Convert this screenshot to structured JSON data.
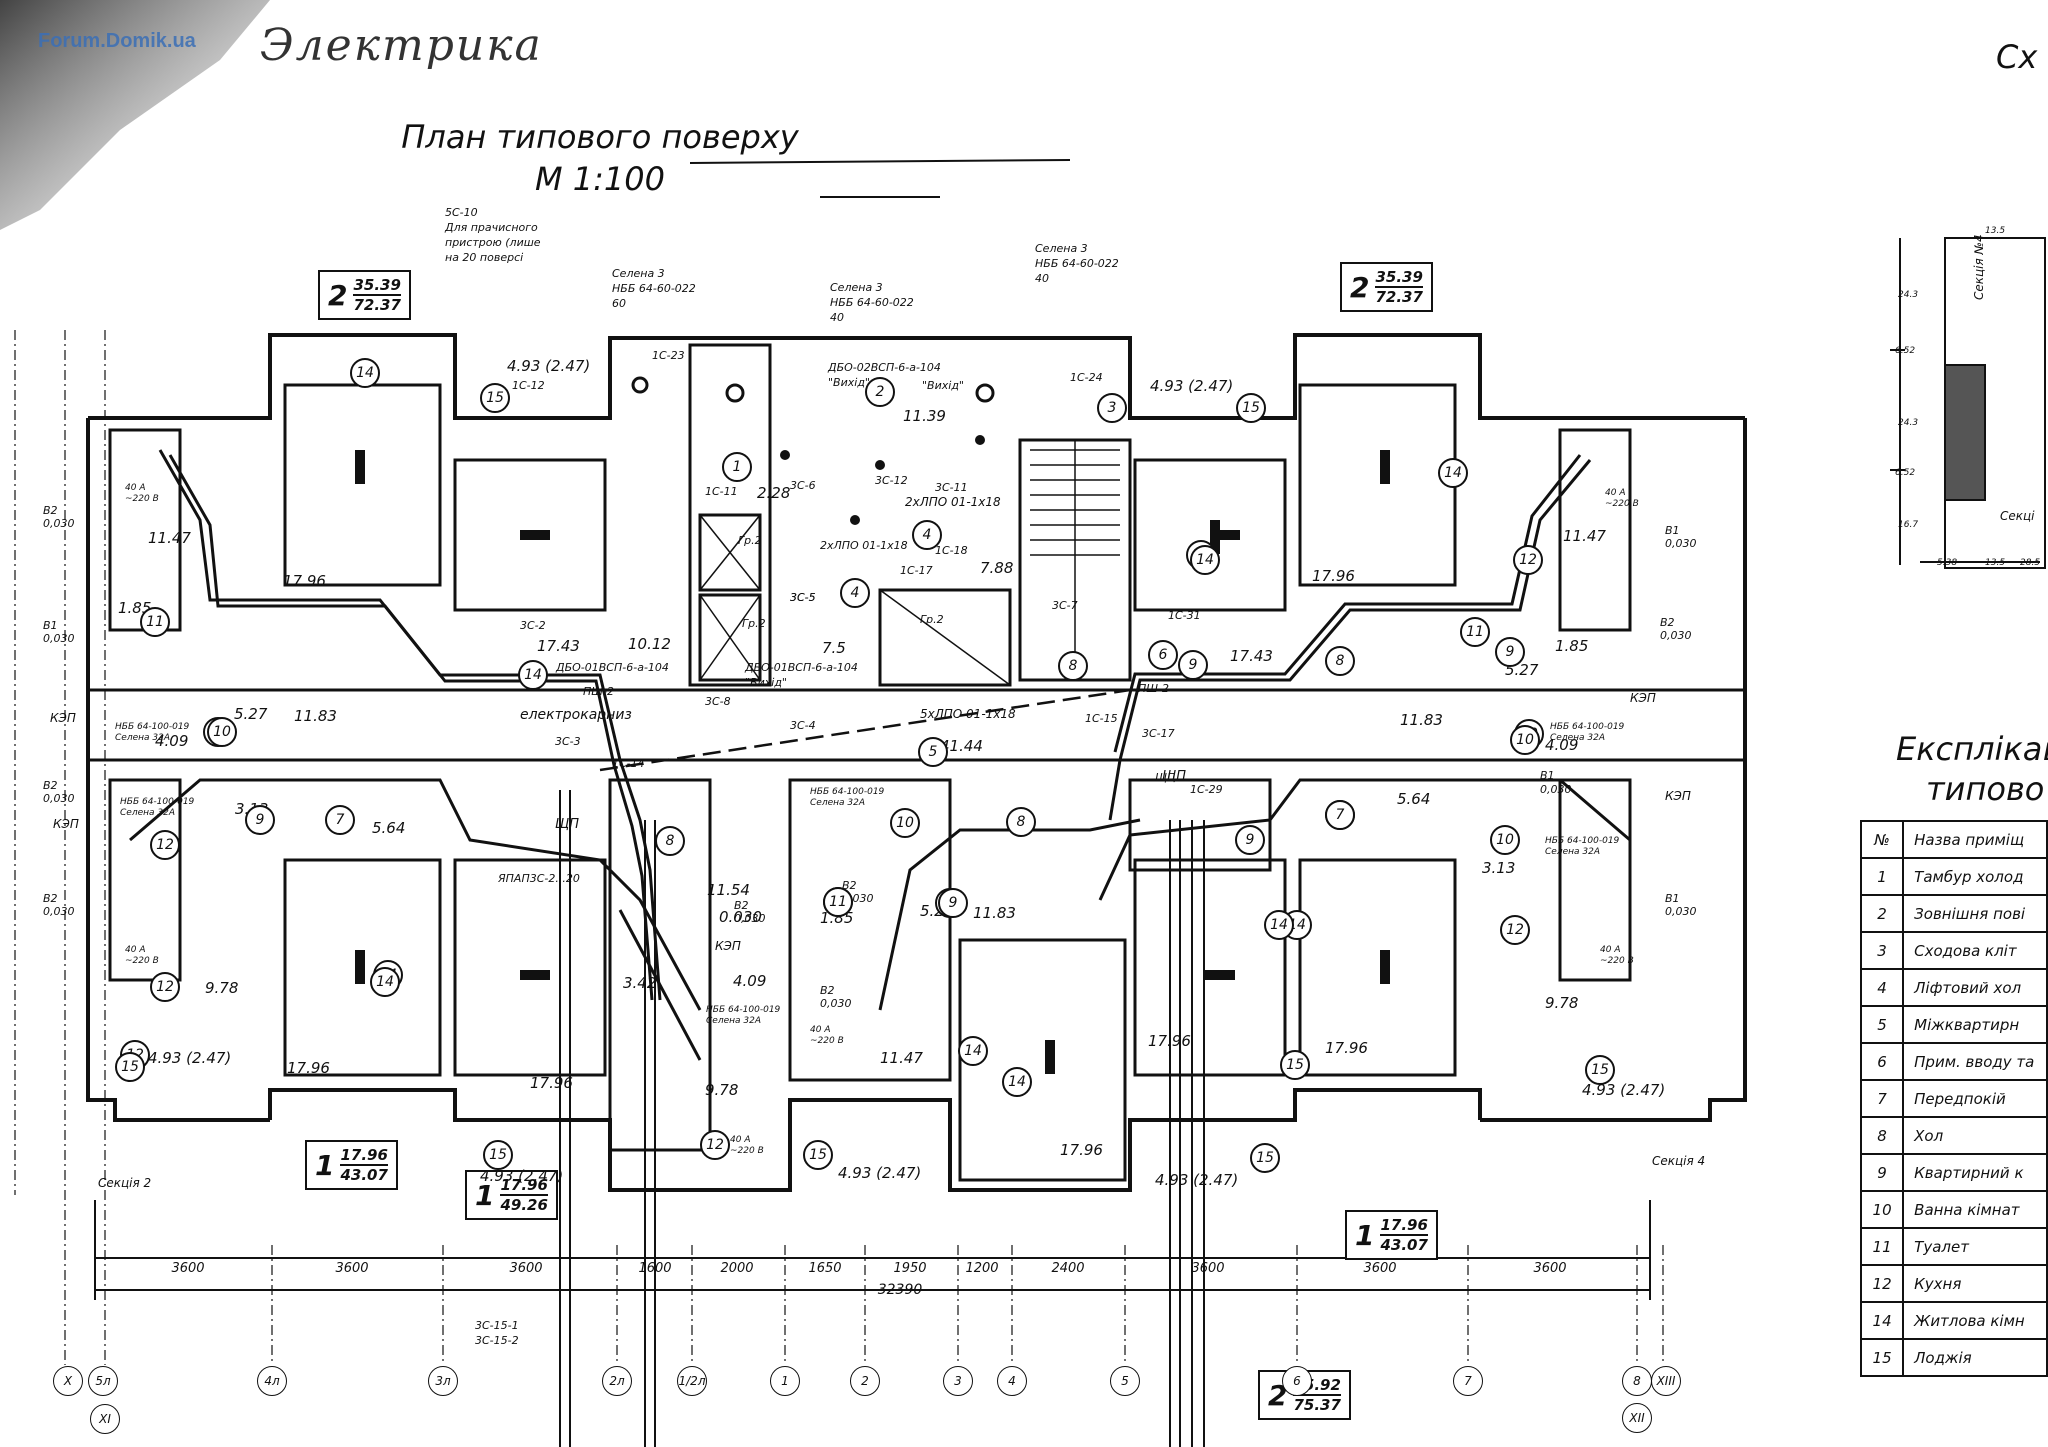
{
  "watermark": "Forum.Domik.ua",
  "handwritten_note": "Электрика",
  "corner_title": "Сх",
  "title": "План типового поверху",
  "scale": "М 1:100",
  "apartment_tags": [
    {
      "n": "2",
      "top": "35.39",
      "bottom": "72.37"
    },
    {
      "n": "2",
      "top": "35.39",
      "bottom": "72.37"
    },
    {
      "n": "1",
      "top": "17.96",
      "bottom": "43.07"
    },
    {
      "n": "1",
      "top": "17.96",
      "bottom": "49.26"
    },
    {
      "n": "1",
      "top": "17.96",
      "bottom": "43.07"
    },
    {
      "n": "2",
      "top": "35.92",
      "bottom": "75.37"
    }
  ],
  "annotations": {
    "sc10": [
      "5С-10",
      "Для прачисного",
      "пристрою (лише",
      "на 20 поверсі"
    ],
    "selena_a": [
      "Селена 3",
      "НББ 64-60-022",
      "60"
    ],
    "selena_b": [
      "Селена 3",
      "НББ 64-60-022",
      "40"
    ],
    "selena_c": [
      "Селена 3",
      "НББ 64-60-022",
      "40"
    ],
    "dbo_top": [
      "ДБО-02ВСП-6-а-104",
      "\"Вихід\""
    ],
    "dbo_mid1": "ДБО-01ВСП-6-а-104",
    "dbo_mid2": [
      "ДБО-01ВСП-6-а-104",
      "\"Вихід\""
    ],
    "elektrokarniz": "електрокарниз",
    "lpo1": "2хЛПО 01-1х18",
    "lpo2": "2хЛПО 01-1х18",
    "lpo3": "5хЛПО 01-1х18",
    "yapap": "ЯПАП3С-2...20",
    "sc15": [
      "3С-15-1",
      "3С-15-2"
    ],
    "sec2": "Секція 2",
    "sec4": "Секція 4",
    "nbb_small": [
      "НББ 64-100-019",
      "Селена 32А"
    ],
    "v_a": "40 А",
    "v_b": "~220 В",
    "shp": "ЩП",
    "kep": "КЭП",
    "vyhid": "\"Вихід\"",
    "g2": "Гр.2",
    "pshch": "ПШ-2"
  },
  "circuit_labels": [
    "1С-23",
    "1С-12",
    "1С-11",
    "3С-6",
    "3С-12",
    "3С-11",
    "1С-24",
    "1С-18",
    "1С-17",
    "3С-5",
    "3С-7",
    "1С-31",
    "3С-2",
    "3С-8",
    "3С-4",
    "3С-3",
    "1С-14",
    "1С-15",
    "3С-17",
    "1С-29",
    "ЩП",
    "ПШ-2",
    "3С-5"
  ],
  "room_areas": [
    "4.93 (2.47)",
    "4.93 (2.47)",
    "11.39",
    "2.28",
    "7.88",
    "7.5",
    "11.47",
    "11.47",
    "1.85",
    "1.85",
    "17.96",
    "17.96",
    "17.43",
    "17.43",
    "10.12",
    "5.27",
    "5.27",
    "11.83",
    "11.83",
    "41.44",
    "4.09",
    "4.09",
    "3.13",
    "3.13",
    "5.64",
    "5.64",
    "11.54",
    "0.030",
    "1.85",
    "5.27",
    "11.83",
    "9.78",
    "9.78",
    "3.42",
    "4.09",
    "9.78",
    "11.47",
    "17.96",
    "17.96",
    "17.96",
    "17.96",
    "17.96",
    "4.93 (2.47)",
    "4.93 (2.47)",
    "4.93 (2.47)",
    "4.93 (2.47)",
    "4.93 (2.47)"
  ],
  "valve_labels": [
    "В2",
    "0,030",
    "В1",
    "0,030",
    "В2",
    "0,030",
    "В2",
    "0,030",
    "В1",
    "0,030",
    "В2",
    "0,030",
    "В1",
    "0,030",
    "В2",
    "0,030",
    "В2",
    "0,030",
    "В1",
    "0,030",
    "В2",
    "0,030"
  ],
  "room_numbers": [
    "14",
    "15",
    "1",
    "2",
    "3",
    "15",
    "14",
    "12",
    "11",
    "9",
    "10",
    "8",
    "14",
    "14",
    "4",
    "4",
    "14",
    "6",
    "8",
    "9",
    "11",
    "12",
    "10",
    "7",
    "9",
    "10",
    "12",
    "14",
    "14",
    "15",
    "8",
    "7",
    "9",
    "10",
    "12",
    "14",
    "15",
    "15",
    "5",
    "8",
    "10",
    "11",
    "9",
    "12",
    "14",
    "15",
    "14",
    "15",
    "12",
    "10",
    "7",
    "9",
    "15",
    "11",
    "14"
  ],
  "dimensions": [
    "3600",
    "3600",
    "3600",
    "1600",
    "2000",
    "1650",
    "1950",
    "1200",
    "2400",
    "3600",
    "3600",
    "3600"
  ],
  "total_dimension": "32390",
  "axes": [
    "X",
    "5л",
    "XI",
    "4л",
    "3л",
    "2л",
    "1/2л",
    "1",
    "2",
    "3",
    "4",
    "5",
    "6",
    "7",
    "8",
    "XIII",
    "XII"
  ],
  "legend": {
    "title": "Експлікац",
    "subtitle": "типово",
    "header_num": "№",
    "header_name": "Назва приміщ",
    "rows": [
      {
        "num": "1",
        "name": "Тамбур холод"
      },
      {
        "num": "2",
        "name": "Зовнішня пові"
      },
      {
        "num": "3",
        "name": "Сходова кліт"
      },
      {
        "num": "4",
        "name": "Ліфтовий хол"
      },
      {
        "num": "5",
        "name": "Міжквартирн"
      },
      {
        "num": "6",
        "name": "Прим. вводу та"
      },
      {
        "num": "7",
        "name": "Передпокій"
      },
      {
        "num": "8",
        "name": "Хол"
      },
      {
        "num": "9",
        "name": "Квартирний к"
      },
      {
        "num": "10",
        "name": "Ванна кімнат"
      },
      {
        "num": "11",
        "name": "Туалет"
      },
      {
        "num": "12",
        "name": "Кухня"
      },
      {
        "num": "14",
        "name": "Житлова кімн"
      },
      {
        "num": "15",
        "name": "Лоджія"
      }
    ]
  },
  "key_plan": {
    "dims": [
      "13.5",
      "24.3",
      "24.3",
      "16.7",
      "5.38",
      "13.5",
      "28.5",
      "6.52",
      "6.52"
    ],
    "section_a": "Секція №4",
    "section_b": "Секці"
  }
}
